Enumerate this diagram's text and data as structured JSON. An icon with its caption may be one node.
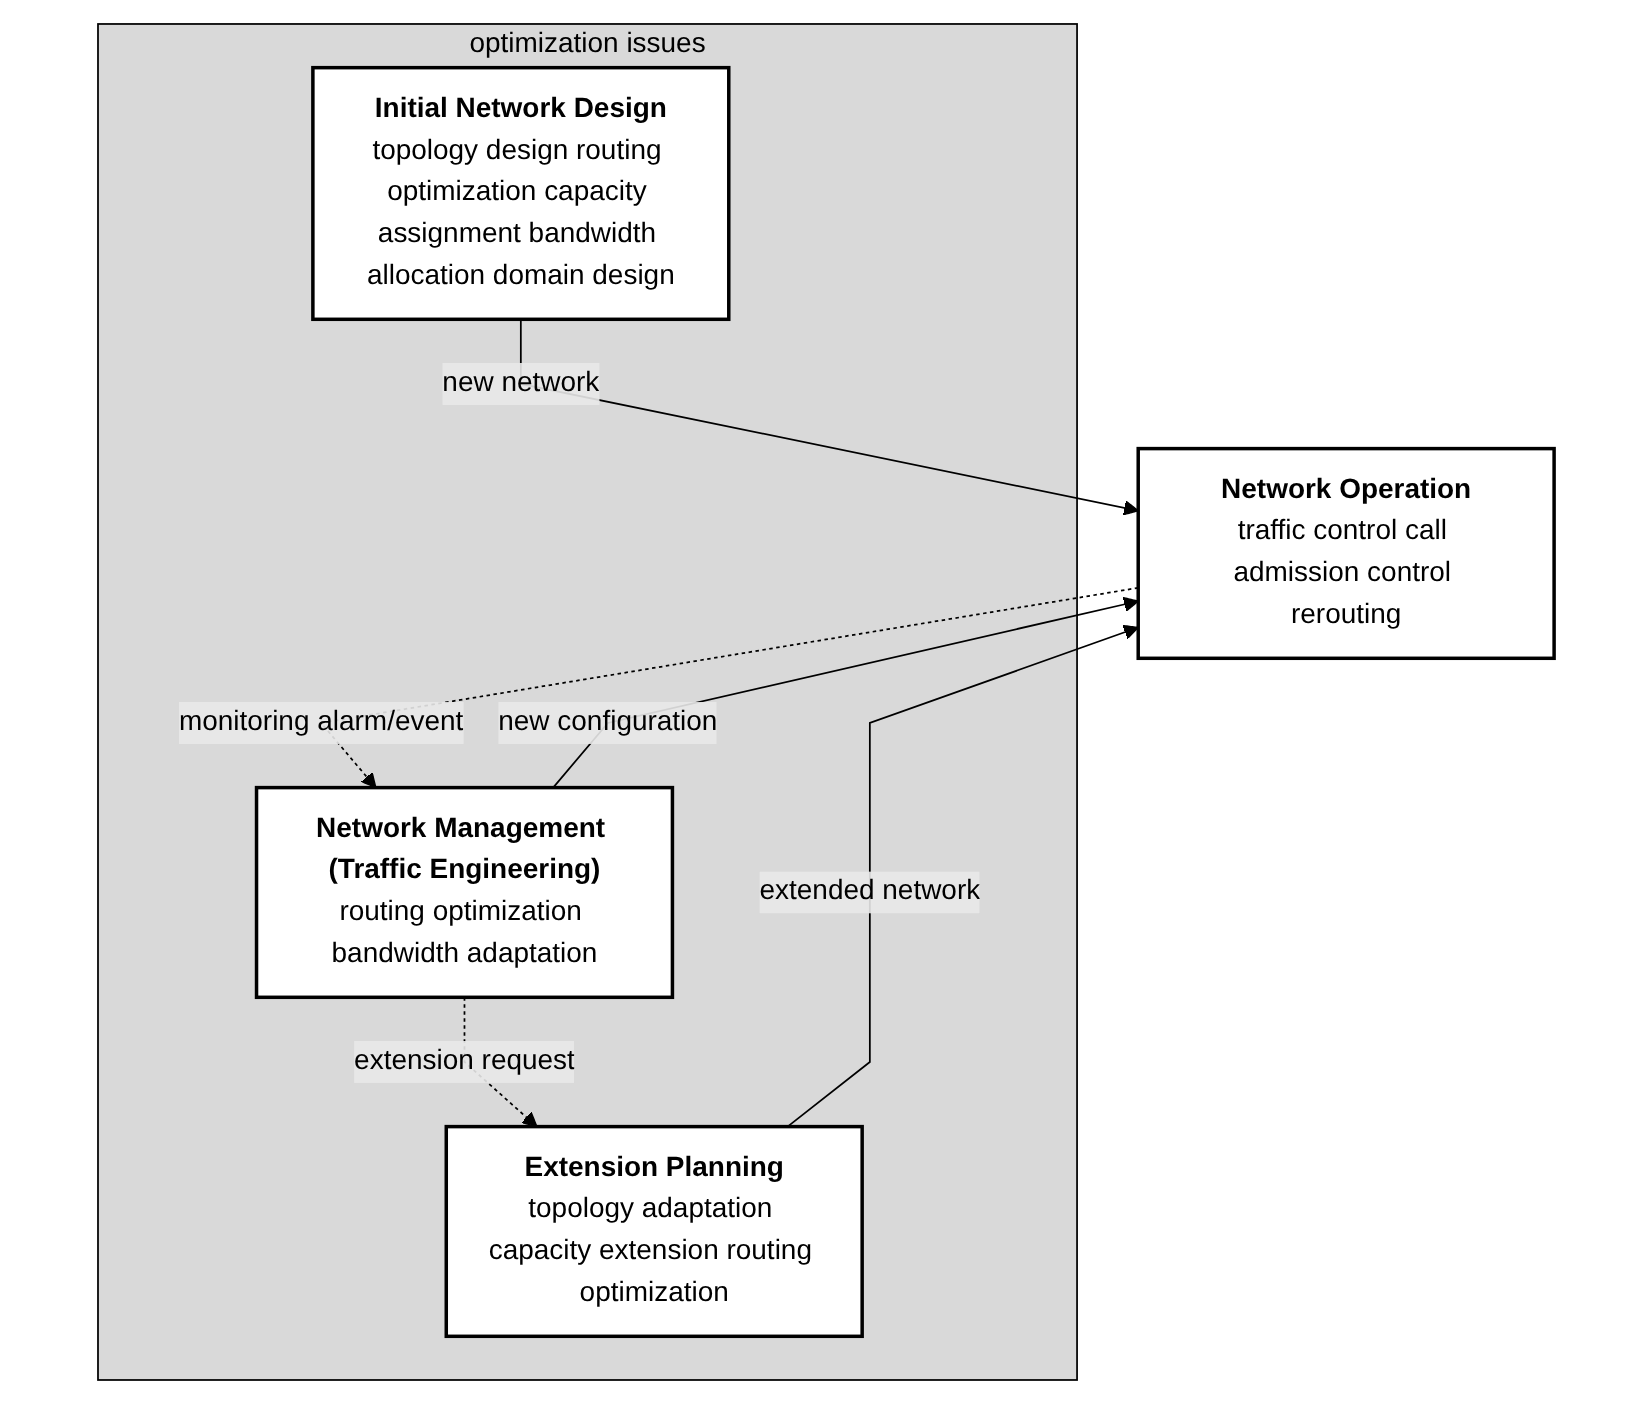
{
  "diagram": {
    "nodes": [
      {
        "text": [
          "optimization issues"
        ]
      },
      {
        "text": [
          "Initial Network Design",
          "topology design routing optimization capacity assignment bandwidth allocation domain design"
        ],
        "in": 0
      },
      {
        "text": [
          "Network Operation",
          "traffic control call admission control rerouting"
        ]
      },
      {
        "text": [
          "Network Management (Traffic Engineering)",
          "routing optimization bandwidth adaptation"
        ],
        "in": 0
      },
      {
        "text": [
          "Extension Planning",
          "topology adaptation capacity extension routing optimization"
        ],
        "in": 0
      }
    ],
    "edges": [
      {
        "from": 1,
        "to": 2,
        "arrow": "to",
        "label": "new network"
      },
      {
        "from": 2,
        "to": 3,
        "arrow": "to",
        "label": "monitoring alarm/event",
        "style": "dashed"
      },
      {
        "from": 3,
        "to": 2,
        "arrow": "to",
        "label": "new configuration"
      },
      {
        "from": 4,
        "to": 2,
        "arrow": "to",
        "label": "extended network"
      },
      {
        "from": 3,
        "to": 4,
        "arrow": "to",
        "label": "extension request",
        "style": "dashed"
      }
    ]
  }
}
